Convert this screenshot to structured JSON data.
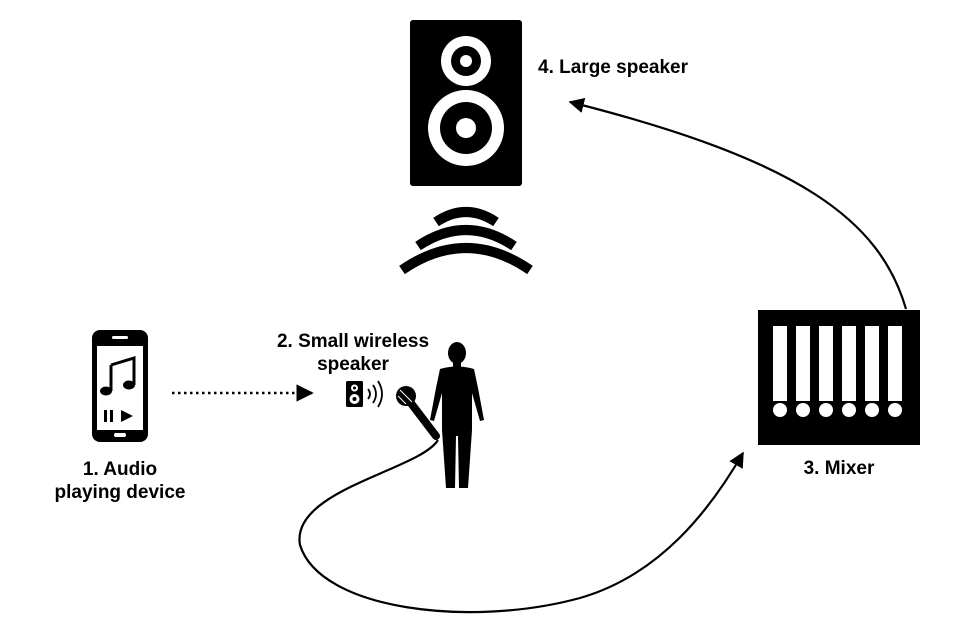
{
  "colors": {
    "ink": "#000000",
    "paper": "#ffffff"
  },
  "nodes": {
    "audio_device": {
      "icon": "smartphone-music-icon",
      "line1": "1. Audio",
      "line2": "playing device"
    },
    "small_speaker": {
      "icon": "small-speaker-icon",
      "line1": "2. Small wireless",
      "line2": "speaker"
    },
    "performer": {
      "icon": "person-with-microphone-icon"
    },
    "mixer": {
      "icon": "mixer-icon",
      "label": "3. Mixer"
    },
    "large_speaker": {
      "icon": "large-speaker-icon",
      "label": "4. Large speaker"
    }
  },
  "connections": [
    {
      "from": "audio_device",
      "to": "small_speaker",
      "style": "dotted"
    },
    {
      "from": "performer",
      "to": "mixer",
      "style": "solid"
    },
    {
      "from": "mixer",
      "to": "large_speaker",
      "style": "solid"
    }
  ]
}
